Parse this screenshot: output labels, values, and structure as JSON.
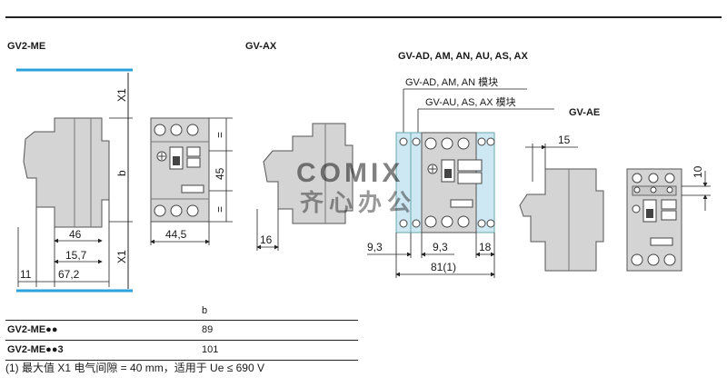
{
  "titles": {
    "gv2me": "GV2-ME",
    "gvax": "GV-AX",
    "gvad_group": "GV-AD, AM, AN, AU, AS, AX",
    "gvae": "GV-AE"
  },
  "callouts": {
    "ad_am_an": "GV-AD, AM, AN 模块",
    "au_as_ax": "GV-AU, AS, AX 模块"
  },
  "dims": {
    "x1_top": "X1",
    "x1_bottom": "X1",
    "b": "b",
    "d46": "46",
    "d15_7": "15,7",
    "d11": "11",
    "d67_2": "67,2",
    "d44_5": "44,5",
    "d45": "45",
    "eq_top": "=",
    "eq_bottom": "=",
    "d16": "16",
    "d9_3_left": "9,3",
    "d9_3_mid": "9,3",
    "d18": "18",
    "d81": "81(1)",
    "d15": "15",
    "d10": "10"
  },
  "table": {
    "header": "b",
    "rows": [
      {
        "name": "GV2-ME●●",
        "value": "89"
      },
      {
        "name": "GV2-ME●●3",
        "value": "101"
      }
    ]
  },
  "footnote": "(1) 最大值 X1 电气间隙 = 40 mm，适用于 Ue ≤ 690 V",
  "watermark": {
    "brand": "COMIX",
    "chinese": "齐心办公"
  },
  "colors": {
    "body_gray": "#d4d4d4",
    "outline": "#555555",
    "blue_line": "#2aa3dc",
    "module_blue": "#cde7f3",
    "watermark_red": "#d9534f"
  }
}
